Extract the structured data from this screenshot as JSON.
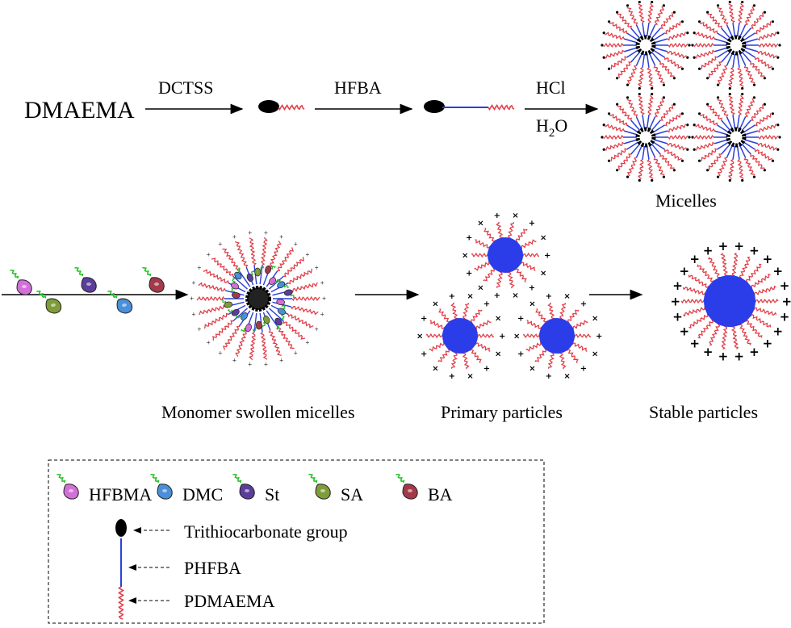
{
  "step1": {
    "start": "DMAEMA",
    "reagent1": "DCTSS",
    "reagent2": "HFBA",
    "reagent3_top": "HCl",
    "reagent3_bottom_main": "H",
    "reagent3_bottom_sub": "2",
    "reagent3_bottom_end": "O",
    "product": "Micelles"
  },
  "step2": {
    "swollen": "Monomer swollen micelles",
    "primary": "Primary particles",
    "stable": "Stable particles"
  },
  "legend": {
    "monomers": [
      {
        "label": "HFBMA",
        "color": "#d36fd8"
      },
      {
        "label": "DMC",
        "color": "#4a8fd8"
      },
      {
        "label": "St",
        "color": "#5b3e9c"
      },
      {
        "label": "SA",
        "color": "#7f9c3a"
      },
      {
        "label": "BA",
        "color": "#a33a4a"
      }
    ],
    "trithio": "Trithiocarbonate group",
    "phfba": "PHFBA",
    "pdmaema": "PDMAEMA"
  },
  "colors": {
    "pdmaema": "#e0404a",
    "phfba": "#2b3fd8",
    "particle": "#2a3de8",
    "chain_green": "#22c022",
    "charge_plus": "#000000"
  }
}
